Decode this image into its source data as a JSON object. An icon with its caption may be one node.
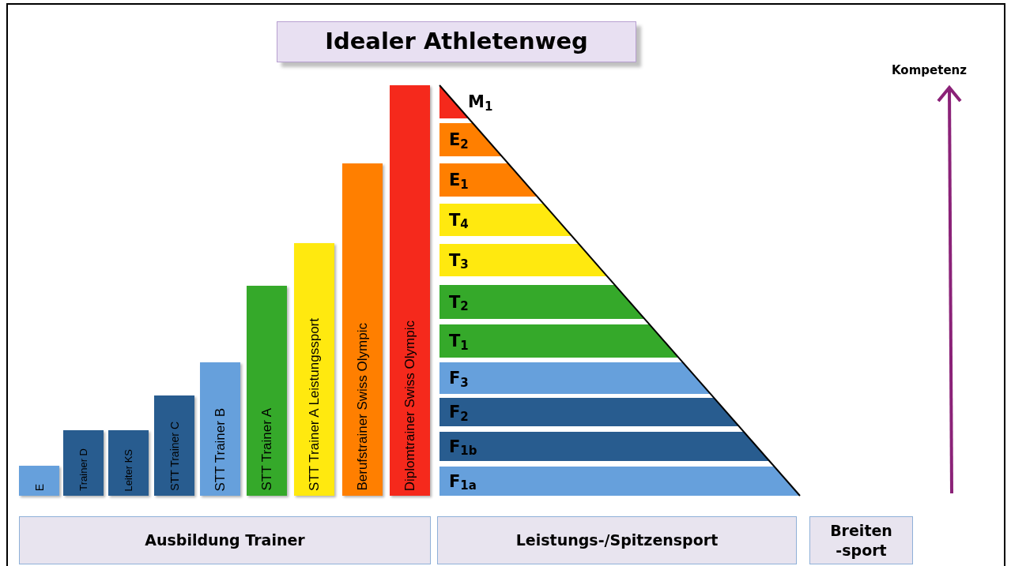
{
  "diagram": {
    "title": "Idealer Athletenweg",
    "nodes": [
      {
        "text": [
          "E"
        ]
      },
      {
        "text": [
          "Trainer D"
        ]
      },
      {
        "text": [
          "Leiter KS"
        ]
      },
      {
        "text": [
          "STT Trainer C"
        ]
      },
      {
        "text": [
          "STT Trainer B"
        ]
      },
      {
        "text": [
          "STT Trainer A"
        ]
      },
      {
        "text": [
          "STT Trainer A Leistungssport"
        ]
      },
      {
        "text": [
          "Berufstrainer Swiss Olympic"
        ]
      },
      {
        "text": [
          "Diplomtrainer Swiss Olympic"
        ]
      },
      {
        "text": [
          "M$_{1}$"
        ]
      },
      {
        "text": [
          "E$_{2}$"
        ]
      },
      {
        "text": [
          "E$_{1}$"
        ]
      },
      {
        "text": [
          "T$_{4}$"
        ]
      },
      {
        "text": [
          "T$_{3}$"
        ]
      },
      {
        "text": [
          "T$_{2}$"
        ]
      },
      {
        "text": [
          "T$_{1}$"
        ]
      },
      {
        "text": [
          "F$_{3}$"
        ]
      },
      {
        "text": [
          "F$_{2}$"
        ]
      },
      {
        "text": [
          "F$_{1b}$"
        ]
      },
      {
        "text": [
          "F$_{1a}$"
        ]
      },
      {
        "text": [
          "Ausbildung Trainer"
        ]
      },
      {
        "text": [
          "Leistungs-/Spitzensport"
        ]
      },
      {
        "text": [
          "Breiten -sport"
        ]
      }
    ],
    "labels": [
      "Kompetenz"
    ]
  }
}
